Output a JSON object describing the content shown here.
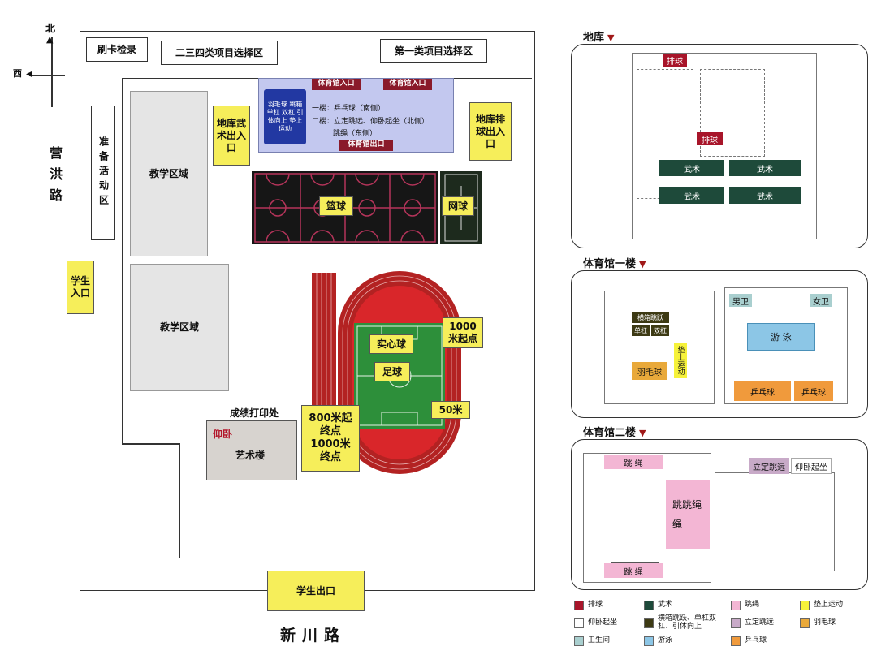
{
  "compass": {
    "north": "北",
    "west": "西"
  },
  "roads": {
    "east_road": "营洪路",
    "south_road": "新川路"
  },
  "campus": {
    "card_check": "刷卡检录",
    "zone_234": "二三四类项目选择区",
    "zone_1": "第一类项目选择区",
    "prep_area": "准备活动区",
    "teaching_1": "教学区域",
    "teaching_2": "教学区域",
    "basement_wushu": "地库武术出入口",
    "basement_volley": "地库排球出入口",
    "student_entrance": "学生入口",
    "student_exit": "学生出口",
    "gym": {
      "entrance_left": "体育馆入口",
      "entrance_right": "体育馆入口",
      "entrance_bottom": "体育馆出口",
      "inner_box": "羽毛球 跳箱 单杠 双杠 引体向上 垫上运动",
      "line1": "一楼：乒乓球（南侧）",
      "line2": "二楼：立定跳远、仰卧起坐（北侧）",
      "line3": "跳绳（东侧）"
    },
    "basketball": "篮球",
    "tennis": "网球",
    "medicine_ball": "实心球",
    "football": "足球",
    "m1000_start": "1000米起点",
    "m800": "800米起终点1000米终点",
    "m50": "50米",
    "score_print": "成绩打印处",
    "sit_reach": "仰卧",
    "art_building": "艺术楼"
  },
  "panels": {
    "basement": {
      "title": "地库",
      "volley1": "排球",
      "volley2": "排球",
      "wushu": [
        "武术",
        "武术",
        "武术",
        "武术"
      ]
    },
    "floor1": {
      "title": "体育馆一楼",
      "men": "男卫",
      "women": "女卫",
      "equip_1": "横箱跳跃",
      "equip_2": "单杠",
      "equip_3": "双杠",
      "badminton": "羽毛球",
      "mat": "垫上运动",
      "swim": "游 泳",
      "pp1": "乒乓球",
      "pp2": "乒乓球"
    },
    "floor2": {
      "title": "体育馆二楼",
      "rope_top": "跳 绳",
      "rope_bottom": "跳 绳",
      "rope_mid": "跳跳绳绳",
      "long_jump": "立定跳远",
      "situp": "仰卧起坐"
    }
  },
  "legend": [
    {
      "label": "排球",
      "color": "#a8152a"
    },
    {
      "label": "武术",
      "color": "#1e4a3a"
    },
    {
      "label": "跳绳",
      "color": "#f3b6d4"
    },
    {
      "label": "垫上运动",
      "color": "#f6f23a"
    },
    {
      "label": "仰卧起坐",
      "color": "#ffffff"
    },
    {
      "label": "横箱跳跃、单杠双杠、引体向上",
      "color": "#3d3a14"
    },
    {
      "label": "立定跳远",
      "color": "#c8aac8"
    },
    {
      "label": "羽毛球",
      "color": "#e9a93a"
    },
    {
      "label": "卫生间",
      "color": "#a9cfcf"
    },
    {
      "label": "游泳",
      "color": "#8cc6e6"
    },
    {
      "label": "乒乓球",
      "color": "#f09a3c"
    }
  ],
  "colors": {
    "track": "#b32222",
    "field": "#2d8f3a",
    "court": "#161616",
    "court_line": "#b5345a",
    "gym_fill": "#c3c8ef",
    "gym_inner": "#2238a2",
    "label_yellow": "#f6ee5a"
  }
}
